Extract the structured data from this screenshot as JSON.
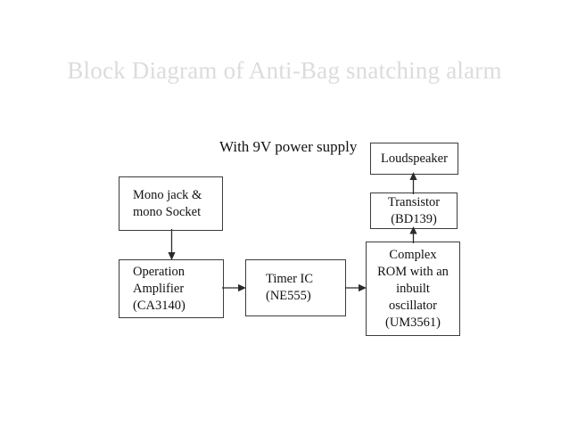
{
  "slide": {
    "title": "Block Diagram of Anti-Bag snatching alarm",
    "title_color": "#dcdcdc",
    "background_color": "#ffffff",
    "caption": "With 9V power supply"
  },
  "diagram": {
    "type": "block-diagram",
    "line_color": "#3c3c3c",
    "text_color": "#111111",
    "blocks": [
      {
        "id": "mono-jack",
        "lines": [
          "Mono jack &",
          "mono Socket"
        ],
        "align": "left"
      },
      {
        "id": "operation-amplifier",
        "lines": [
          "Operation",
          "Amplifier",
          "(CA3140)"
        ],
        "align": "left"
      },
      {
        "id": "timer-ic",
        "lines": [
          "Timer IC",
          "(NE555)"
        ],
        "align": "left"
      },
      {
        "id": "complex-rom",
        "lines": [
          "Complex",
          "ROM with an",
          "inbuilt",
          "oscillator",
          "(UM3561)"
        ],
        "align": "center"
      },
      {
        "id": "transistor",
        "lines": [
          "Transistor",
          "(BD139)"
        ],
        "align": "center"
      },
      {
        "id": "loudspeaker",
        "lines": [
          "Loudspeaker"
        ],
        "align": "center"
      }
    ],
    "connections": [
      {
        "id": "mono-to-opamp",
        "from": "mono-jack",
        "to": "operation-amplifier",
        "direction": "down"
      },
      {
        "id": "opamp-to-timer",
        "from": "operation-amplifier",
        "to": "timer-ic",
        "direction": "right"
      },
      {
        "id": "timer-to-rom",
        "from": "timer-ic",
        "to": "complex-rom",
        "direction": "right"
      },
      {
        "id": "rom-to-transistor",
        "from": "complex-rom",
        "to": "transistor",
        "direction": "up"
      },
      {
        "id": "transistor-to-loudspeaker",
        "from": "transistor",
        "to": "loudspeaker",
        "direction": "up"
      }
    ]
  }
}
